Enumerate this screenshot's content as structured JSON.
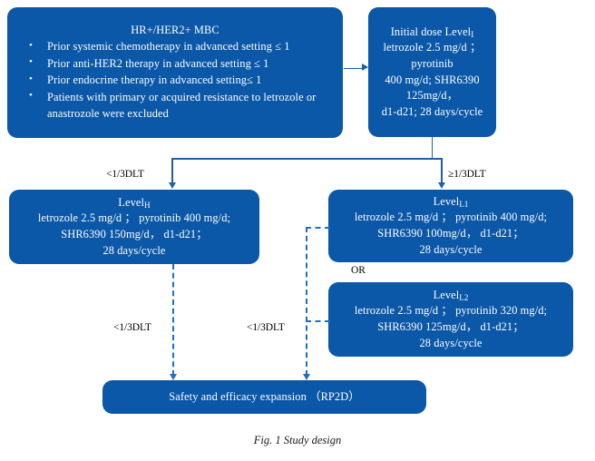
{
  "figure": {
    "caption": "Fig. 1 Study design",
    "accent_color": "#0b57a8",
    "connector_color": "#1f5fa8",
    "dashed_color": "#1f6fc0"
  },
  "nodes": {
    "eligibility": {
      "title": "HR+/HER2+ MBC",
      "bullets": [
        "Prior systemic chemotherapy in advanced setting ≤ 1",
        "Prior anti-HER2 therapy in advanced setting ≤ 1",
        "Prior endocrine therapy in advanced setting≤ 1",
        "Patients with primary or acquired resistance to letrozole or anastrozole were excluded"
      ]
    },
    "initial_dose": {
      "title_prefix": "Initial dose Level",
      "title_sub": "I",
      "lines": [
        "letrozole 2.5 mg/d ；  pyrotinib",
        "400 mg/d;  SHR6390 125mg/d，",
        "d1-d21; 28 days/cycle"
      ]
    },
    "level_h": {
      "title_prefix": "Level",
      "title_sub": "H",
      "lines": [
        "letrozole 2.5 mg/d ；  pyrotinib 400 mg/d;",
        "SHR6390 150mg/d，  d1-d21；",
        "28 days/cycle"
      ]
    },
    "level_l1": {
      "title_prefix": "Level",
      "title_sub": "L1",
      "lines": [
        "letrozole 2.5 mg/d ；  pyrotinib 400 mg/d;",
        "SHR6390 100mg/d，  d1-d21；",
        "28 days/cycle"
      ]
    },
    "level_l2": {
      "title_prefix": "Level",
      "title_sub": "L2",
      "lines": [
        "letrozole 2.5 mg/d ；  pyrotinib 320 mg/d;",
        "SHR6390 125mg/d，  d1-d21；",
        "28 days/cycle"
      ]
    },
    "expansion": {
      "text": "Safety and efficacy expansion （RP2D）"
    }
  },
  "labels": {
    "or": "OR",
    "dlt_low_left": "<1/3DLT",
    "dlt_high_right": "≥1/3DLT",
    "dlt_low_bottom_left": "<1/3DLT",
    "dlt_low_bottom_right": "<1/3DLT"
  }
}
